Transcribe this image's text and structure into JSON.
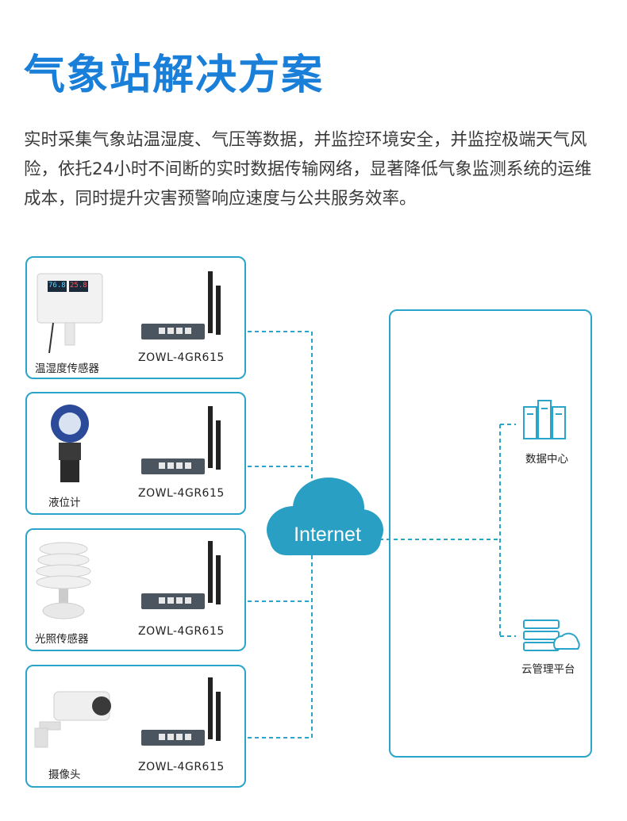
{
  "title": "气象站解决方案",
  "description": "实时采集气象站温湿度、气压等数据，并监控环境安全，并监控极端天气风险，依托24小时不间断的实时数据传输网络，显著降低气象监测系统的运维成本，同时提升灾害预警响应速度与公共服务效率。",
  "devices": [
    {
      "label": "温湿度传感器",
      "sub_display_1": "76.8",
      "sub_display_2": "25.8",
      "router": "ZOWL-4GR615"
    },
    {
      "label": "液位计",
      "router": "ZOWL-4GR615"
    },
    {
      "label": "光照传感器",
      "router": "ZOWL-4GR615"
    },
    {
      "label": "摄像头",
      "router": "ZOWL-4GR615"
    }
  ],
  "network": {
    "label": "Internet"
  },
  "platform": {
    "nodes": [
      {
        "label": "数据中心",
        "icon": "server-rack-icon"
      },
      {
        "label": "云管理平台",
        "icon": "cloud-server-icon"
      }
    ]
  },
  "colors": {
    "title": "#1a7fd8",
    "border": "#2aa5c9",
    "cloud": "#2a9fc4",
    "line": "#2aa5c9"
  }
}
